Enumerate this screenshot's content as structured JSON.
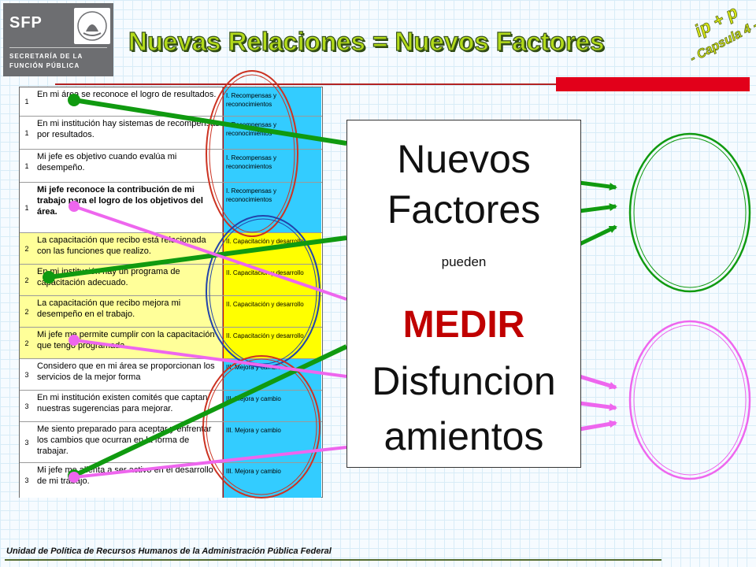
{
  "header": {
    "logo_acronym": "SFP",
    "logo_line1": "SECRETARÍA DE LA",
    "logo_line2": "FUNCIÓN PÚBLICA",
    "title": "Nuevas Relaciones = Nuevos Factores",
    "stamp_line1": "ip + p",
    "stamp_line2": "- Capsula 4 -"
  },
  "survey": {
    "rows": [
      {
        "num": "1",
        "question": "En mi área se reconoce el logro de resultados.",
        "factor": "I. Recompensas y reconocimientos",
        "group": 1
      },
      {
        "num": "1",
        "question": "En mi institución hay sistemas de recompensas por resultados.",
        "factor": "I. Recompensas y reconocimientos",
        "group": 1
      },
      {
        "num": "1",
        "question": "Mi jefe es objetivo cuando evalúa mi desempeño.",
        "factor": "I. Recompensas y reconocimientos",
        "group": 1
      },
      {
        "num": "1",
        "question": "Mi jefe reconoce la contribución de mi trabajo para el logro de los objetivos del área.",
        "factor": "I. Recompensas y reconocimientos",
        "group": 1
      },
      {
        "num": "2",
        "question": "La capacitación que recibo está relacionada con las funciones que realizo.",
        "factor": "II. Capacitación y desarrollo",
        "group": 2
      },
      {
        "num": "2",
        "question": "En mi institución hay un programa de capacitación adecuado.",
        "factor": "II. Capacitación y desarrollo",
        "group": 2
      },
      {
        "num": "2",
        "question": "La capacitación que recibo mejora mi desempeño en el trabajo.",
        "factor": "II. Capacitación y desarrollo",
        "group": 2
      },
      {
        "num": "2",
        "question": "Mi jefe me permite cumplir con la capacitación que tengo programada.",
        "factor": "II. Capacitación y desarrollo",
        "group": 2
      },
      {
        "num": "3",
        "question": "Considero que en mi área se proporcionan los servicios de la mejor forma",
        "factor": "III. Mejora y cambio",
        "group": 3
      },
      {
        "num": "3",
        "question": "En mi institución existen comités que captan nuestras sugerencias para mejorar.",
        "factor": "III. Mejora y cambio",
        "group": 3
      },
      {
        "num": "3",
        "question": "Me siento preparado para aceptar y enfrentar los cambios que ocurran en la forma de trabajar.",
        "factor": "III. Mejora y cambio",
        "group": 3
      },
      {
        "num": "3",
        "question": "Mi jefe me alienta a ser activo en el desarrollo de mi trabajo.",
        "factor": "III. Mejora y cambio",
        "group": 3
      }
    ]
  },
  "callout": {
    "word1": "Nuevos",
    "word2": "Factores",
    "connector": "pueden",
    "verb": "MEDIR",
    "word3": "Disfuncion",
    "word4": "amientos"
  },
  "footer": {
    "text": "Unidad de Política de Recursos Humanos de la Administración Pública Federal"
  },
  "colors": {
    "title_fill": "#b3db1a",
    "accent_red": "#e2001a",
    "green_line": "#109a10",
    "pink_line": "#ee66ee",
    "factor_blue": "#33ccff",
    "factor_yellow": "#ffff00"
  }
}
